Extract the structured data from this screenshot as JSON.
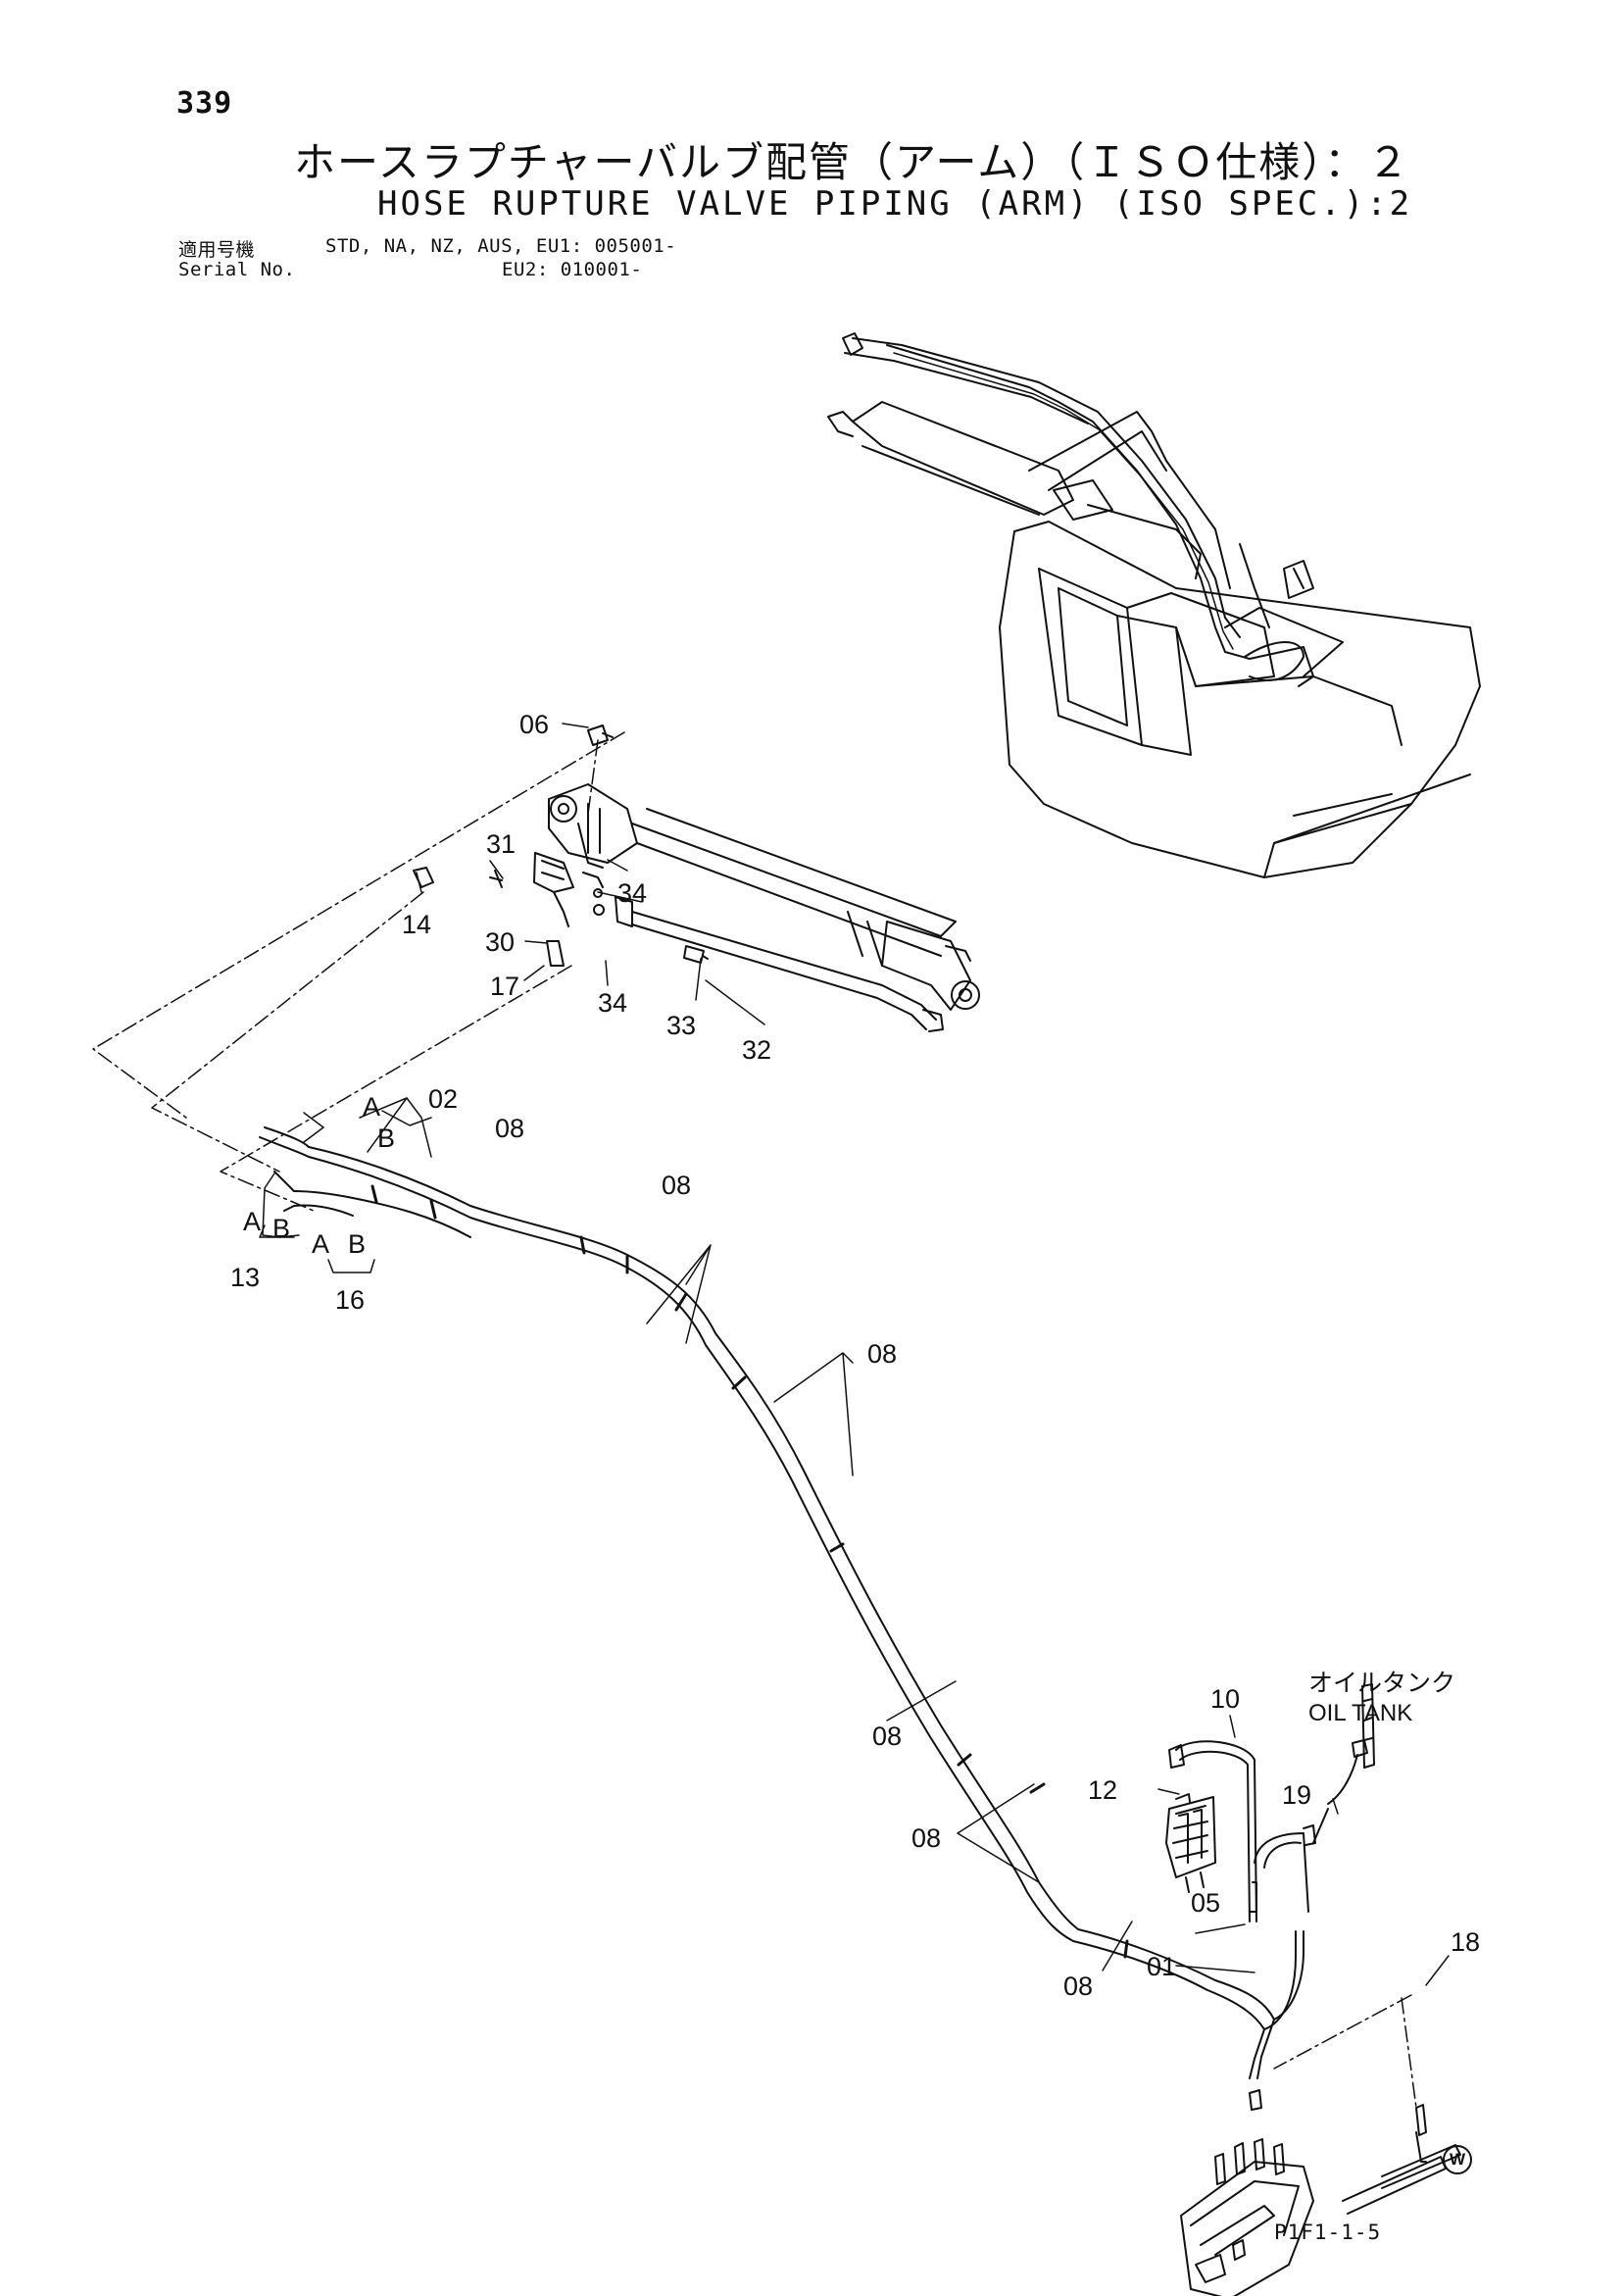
{
  "header": {
    "page_number": "339",
    "title_jp": "ホースラプチャーバルブ配管（アーム）（ＩＳＯ仕様）：２",
    "title_en": "HOSE RUPTURE VALVE PIPING (ARM) (ISO SPEC.):2",
    "applicable_label_jp": "適用号機",
    "serial_label": "Serial No.",
    "serial_line1": "STD, NA, NZ, AUS, EU1: 005001-",
    "serial_line2": "EU2: 010001-"
  },
  "diagram": {
    "oil_tank_jp": "オイルタンク",
    "oil_tank_en": "OIL TANK",
    "callouts": [
      "06",
      "31",
      "14",
      "30",
      "17",
      "34",
      "34",
      "33",
      "32",
      "02",
      "08",
      "08",
      "13",
      "16",
      "08",
      "08",
      "08",
      "10",
      "12",
      "19",
      "05",
      "18",
      "01",
      "08",
      "08"
    ],
    "sub_labels": [
      "A",
      "B",
      "A",
      "B",
      "A",
      "B"
    ]
  },
  "footer": {
    "figure_code": "P1F1-1-5",
    "w_mark": "W"
  }
}
